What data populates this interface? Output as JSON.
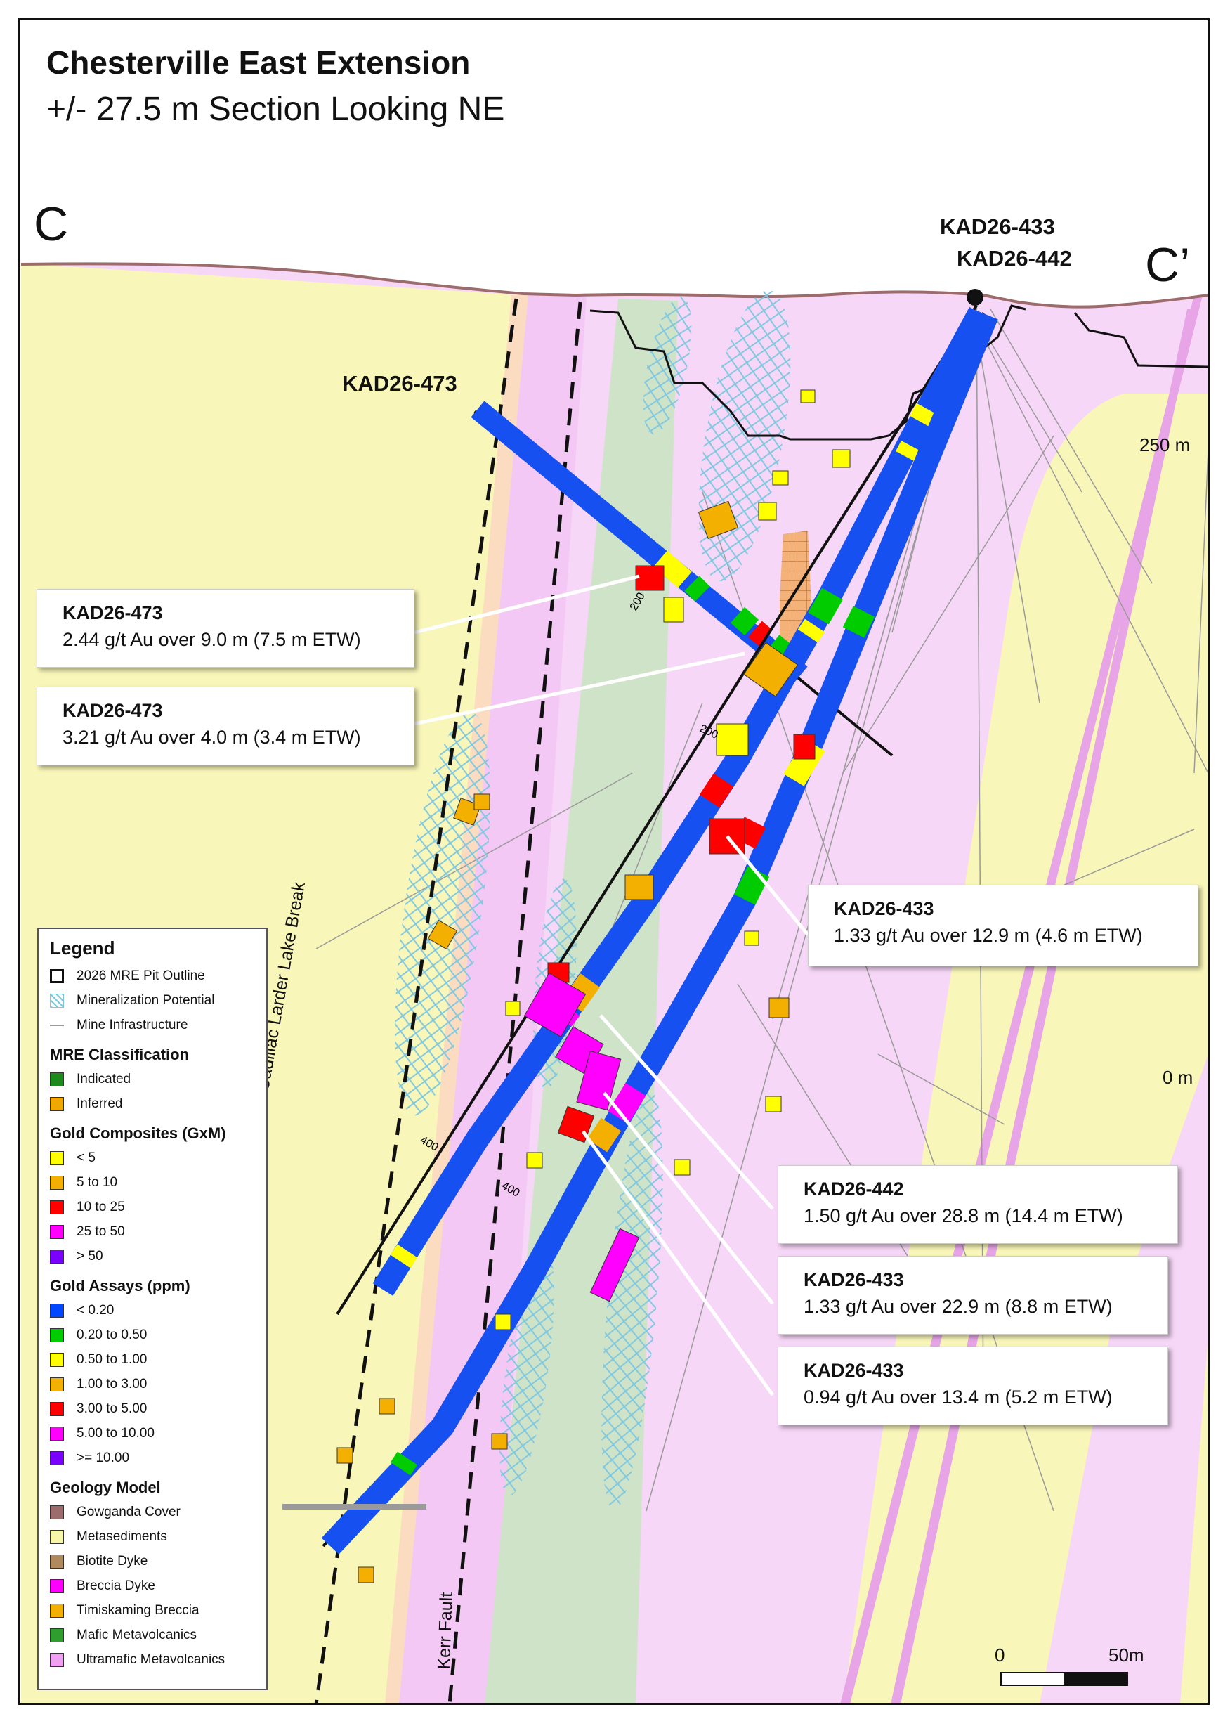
{
  "header": {
    "title": "Chesterville East Extension",
    "subtitle": "+/- 27.5 m Section Looking NE"
  },
  "section": {
    "start_label": "C",
    "end_label": "C’",
    "collar_labels": [
      "KAD26-433",
      "KAD26-442"
    ],
    "hole_label_473": "KAD26-473",
    "elev_250": "250 m",
    "elev_0": "0 m",
    "depth_200": "200",
    "depth_400": "400",
    "fault_label_cadillac": "Cadillac Larder Lake Break",
    "fault_label_kerr": "Kerr Fault",
    "scale_start": "0",
    "scale_end": "50m"
  },
  "callouts": [
    {
      "hole": "KAD26-473",
      "result": "2.44 g/t Au over 9.0 m (7.5 m ETW)"
    },
    {
      "hole": "KAD26-473",
      "result": "3.21 g/t Au over 4.0 m (3.4 m ETW)"
    },
    {
      "hole": "KAD26-433",
      "result": "1.33 g/t Au over 12.9 m (4.6 m ETW)"
    },
    {
      "hole": "KAD26-442",
      "result": "1.50 g/t Au over 28.8 m (14.4 m ETW)"
    },
    {
      "hole": "KAD26-433",
      "result": "1.33 g/t Au over 22.9 m (8.8 m ETW)"
    },
    {
      "hole": "KAD26-433",
      "result": "0.94 g/t Au over 13.4 m (5.2 m ETW)"
    }
  ],
  "legend": {
    "title": "Legend",
    "general": [
      {
        "label": "2026 MRE Pit Outline",
        "icon": "black-outline-square"
      },
      {
        "label": "Mineralization Potential",
        "icon": "blue-crosshatch-square"
      },
      {
        "label": "Mine Infrastructure",
        "icon": "grey-line"
      }
    ],
    "mre_title": "MRE Classification",
    "mre": [
      {
        "label": "Indicated",
        "color": "#1e8a1e"
      },
      {
        "label": "Inferred",
        "color": "#f0a800"
      }
    ],
    "composites_title": "Gold Composites (GxM)",
    "composites": [
      {
        "label": "< 5",
        "color": "#ffff00"
      },
      {
        "label": "5 to 10",
        "color": "#f4b000"
      },
      {
        "label": "10 to 25",
        "color": "#ff0000"
      },
      {
        "label": "25 to 50",
        "color": "#ff00ff"
      },
      {
        "label": "> 50",
        "color": "#7a00ff"
      }
    ],
    "assays_title": "Gold Assays (ppm)",
    "assays": [
      {
        "label": "< 0.20",
        "color": "#0047ff"
      },
      {
        "label": "0.20 to 0.50",
        "color": "#00cc00"
      },
      {
        "label": "0.50 to 1.00",
        "color": "#ffff00"
      },
      {
        "label": "1.00 to 3.00",
        "color": "#f4b000"
      },
      {
        "label": "3.00 to 5.00",
        "color": "#ff0000"
      },
      {
        "label": "5.00 to 10.00",
        "color": "#ff00ff"
      },
      {
        "label": ">= 10.00",
        "color": "#7a00ff"
      }
    ],
    "geology_title": "Geology Model",
    "geology": [
      {
        "label": "Gowganda Cover",
        "color": "#9c6b6b"
      },
      {
        "label": "Metasediments",
        "color": "#f6f7a8"
      },
      {
        "label": "Biotite Dyke",
        "color": "#b08a5c"
      },
      {
        "label": "Breccia Dyke",
        "color": "#ff00ff"
      },
      {
        "label": "Timiskaming Breccia",
        "color": "#f4b000"
      },
      {
        "label": "Mafic Metavolcanics",
        "color": "#2e9e2e"
      },
      {
        "label": "Ultramafic Metavolcanics",
        "color": "#f0a0f0"
      }
    ]
  }
}
